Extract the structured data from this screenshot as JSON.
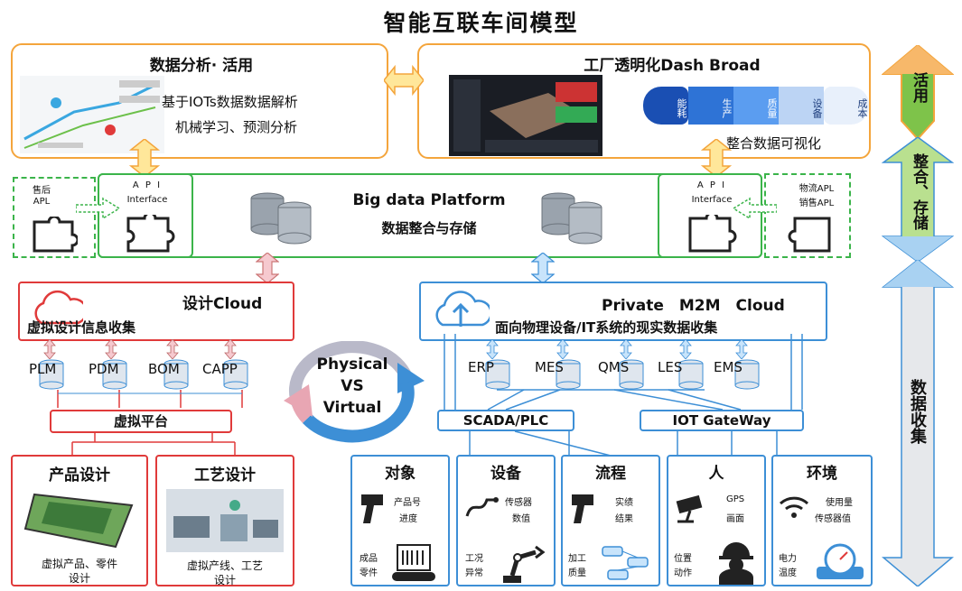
{
  "title": "智能互联车间模型",
  "analysis": {
    "heading": "数据分析· 活用",
    "line1": "基于IOTs数据数据解析",
    "line2": "机械学习、预测分析"
  },
  "factory": {
    "heading": "工厂透明化Dash Broad",
    "tags": [
      "能耗",
      "生产",
      "质量",
      "设备",
      "成本"
    ],
    "caption": "整合数据可视化"
  },
  "bigdata": {
    "title": "Big data Platform",
    "subtitle": "数据整合与存储"
  },
  "api_left": {
    "line1": "A P I",
    "line2": "Interface"
  },
  "api_right": {
    "line1": "A P I",
    "line2": "Interface"
  },
  "apl_left": {
    "line1": "售后",
    "line2": "APL"
  },
  "apl_right": {
    "line1": "物流APL",
    "line2": "销售APL"
  },
  "design_cloud": {
    "heading": "设计Cloud",
    "sub": "虚拟设计信息收集"
  },
  "private_cloud": {
    "heading": "Private　M2M　Cloud",
    "sub": "面向物理设备/IT系统的现实数据收集"
  },
  "design_systems": [
    "PLM",
    "PDM",
    "BOM",
    "CAPP"
  ],
  "it_systems": [
    "ERP",
    "MES",
    "QMS",
    "LES",
    "EMS"
  ],
  "virtual_platform": "虚拟平台",
  "cycle": {
    "line1": "Physical",
    "line2": "VS",
    "line3": "Virtual"
  },
  "scada": "SCADA/PLC",
  "iot_gateway": "IOT GateWay",
  "product_design": {
    "heading": "产品设计",
    "caption1": "虚拟产品、零件",
    "caption2": "设计"
  },
  "process_design": {
    "heading": "工艺设计",
    "caption1": "虚拟产线、工艺",
    "caption2": "设计"
  },
  "categories": [
    {
      "heading": "对象",
      "a1": "产品号",
      "a2": "进度",
      "b1": "成品",
      "b2": "零件"
    },
    {
      "heading": "设备",
      "a1": "传感器",
      "a2": "数值",
      "b1": "工况",
      "b2": "异常"
    },
    {
      "heading": "流程",
      "a1": "实绩",
      "a2": "结果",
      "b1": "加工",
      "b2": "质量"
    },
    {
      "heading": "人",
      "a1": "GPS",
      "a2": "画面",
      "b1": "位置",
      "b2": "动作"
    },
    {
      "heading": "环境",
      "a1": "使用量",
      "a2": "传感器值",
      "b1": "电力",
      "b2": "温度"
    }
  ],
  "side": {
    "top": "活用",
    "mid": "整合、存储",
    "bottom": "数据收集"
  }
}
